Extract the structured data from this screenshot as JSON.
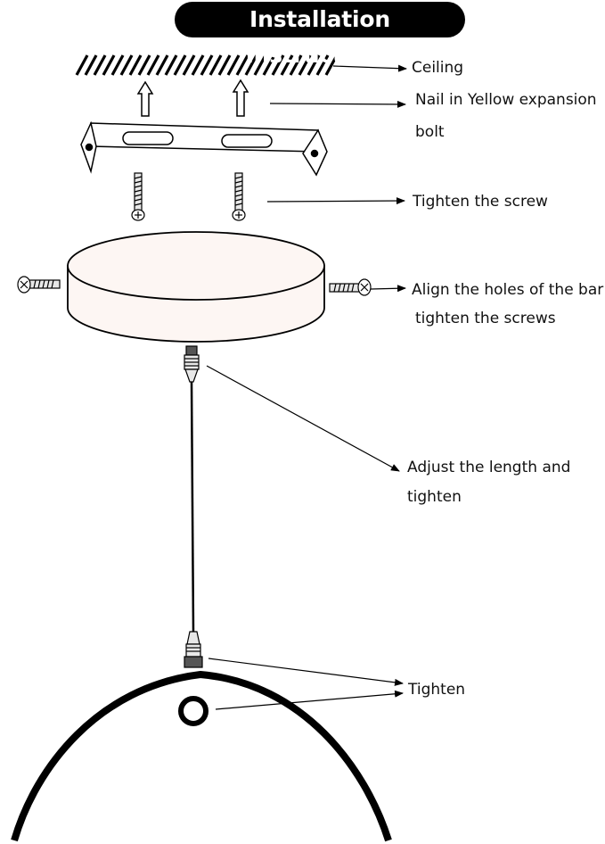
{
  "title": "Installation Instructions",
  "labels": {
    "ceiling": "Ceiling",
    "nail_line1": "Nail in Yellow expansion",
    "nail_line2": "bolt",
    "tighten_screw": "Tighten the screw",
    "align_line1": "Align the holes of the bar",
    "align_line2": "tighten the screws",
    "adjust_line1": "Adjust the length and",
    "adjust_line2": "tighten",
    "tighten": "Tighten"
  },
  "colors": {
    "ink": "#000000",
    "canopy_fill": "#fdf6f3",
    "screw_fill": "#e8e8e8",
    "background": "#ffffff"
  },
  "icons": [
    "up-arrow-icon",
    "screw-icon",
    "bracket-icon",
    "canopy-icon",
    "cable-gripper-icon",
    "lampshade-icon"
  ]
}
